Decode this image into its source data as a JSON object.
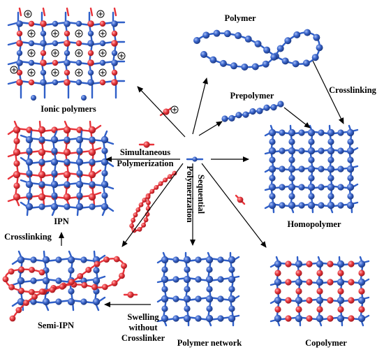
{
  "labels": {
    "polymer": "Polymer",
    "prepolymer": "Prepolymer",
    "crosslinking_right": "Crosslinking",
    "ionic_polymers": "Ionic polymers",
    "simultaneous_1": "Simultaneous",
    "simultaneous_2": "Polymerization",
    "sequential_1": "Sequential",
    "sequential_2": "Polymerization",
    "ipn": "IPN",
    "homopolymer": "Homopolymer",
    "crosslinking_left": "Crosslinking",
    "semi_ipn": "Semi-IPN",
    "swelling_1": "Swelling",
    "swelling_2": "without",
    "swelling_3": "Crosslinker",
    "polymer_network": "Polymer network",
    "copolymer": "Copolymer"
  },
  "colors": {
    "blue_bead": "#3b66cc",
    "red_bead": "#ea3b41",
    "blue_chain": "#2f5fc8",
    "red_chain": "#e8333a",
    "arrow": "#000000"
  },
  "icons": {
    "charge": "circled-plus"
  }
}
